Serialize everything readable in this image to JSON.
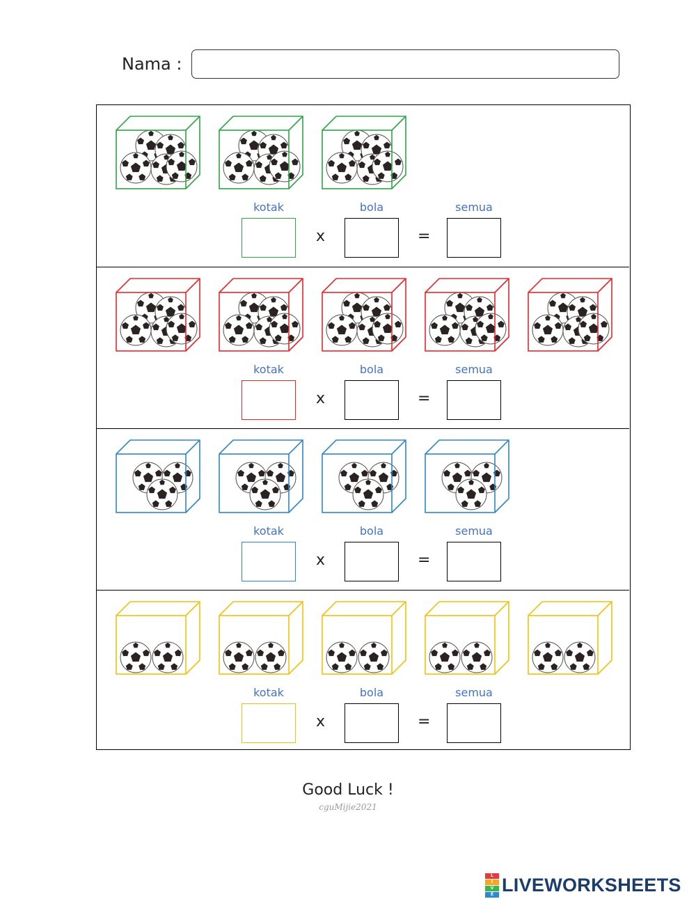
{
  "header": {
    "name_label": "Nama :",
    "name_value": ""
  },
  "colors": {
    "green": "#2ea447",
    "red": "#e8262b",
    "blue": "#2e86c7",
    "yellow": "#f2c10f",
    "label_blue": "#4472c4"
  },
  "equation_labels": {
    "boxes": "kotak",
    "balls": "bola",
    "total": "semua",
    "times": "x",
    "equals": "="
  },
  "rows": [
    {
      "color": "green",
      "box_count": 3,
      "balls_per_box": 5,
      "kotak": "",
      "bola": "",
      "semua": ""
    },
    {
      "color": "red",
      "box_count": 5,
      "balls_per_box": 5,
      "kotak": "",
      "bola": "",
      "semua": ""
    },
    {
      "color": "blue",
      "box_count": 4,
      "balls_per_box": 3,
      "kotak": "",
      "bola": "",
      "semua": ""
    },
    {
      "color": "yellow",
      "box_count": 5,
      "balls_per_box": 2,
      "kotak": "",
      "bola": "",
      "semua": ""
    }
  ],
  "footer": {
    "message": "Good Luck !",
    "credit": "cguMijie2021",
    "brand": "LIVEWORKSHEETS",
    "brand_mark_letters": [
      "L",
      "I",
      "V",
      "E"
    ],
    "brand_mark_colors": [
      "#e23b3b",
      "#f5a623",
      "#3bb54a",
      "#2a8ad4"
    ]
  }
}
